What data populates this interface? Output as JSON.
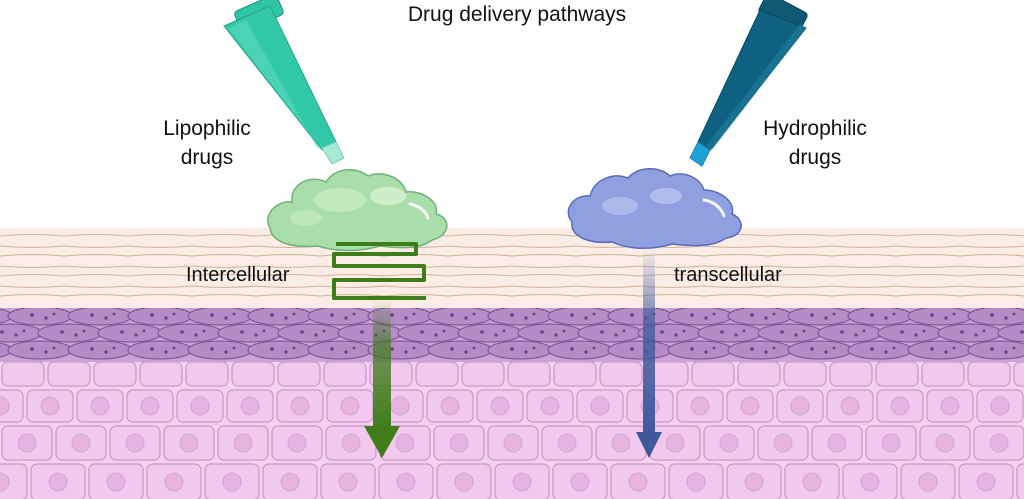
{
  "title": "Drug delivery pathways",
  "left_label": {
    "line1": "Lipophilic",
    "line2": "drugs"
  },
  "right_label": {
    "line1": "Hydrophilic",
    "line2": "drugs"
  },
  "left_pathway": "Intercellular",
  "right_pathway": "transcellular",
  "colors": {
    "left_tube": "#2ec4a4",
    "left_tube_tip": "#9ee8cf",
    "right_tube": "#0e5e78",
    "right_tube_tip": "#1fa0d0",
    "left_drug": "#a8dca8",
    "right_drug": "#8f9fe0",
    "left_arrow": "#3f7d1a",
    "right_arrow": "#3f5a9c",
    "outer_skin": "#f7e4dc",
    "purple_layer": "#b58cc6",
    "deep_cells": "#f3c6ec"
  }
}
